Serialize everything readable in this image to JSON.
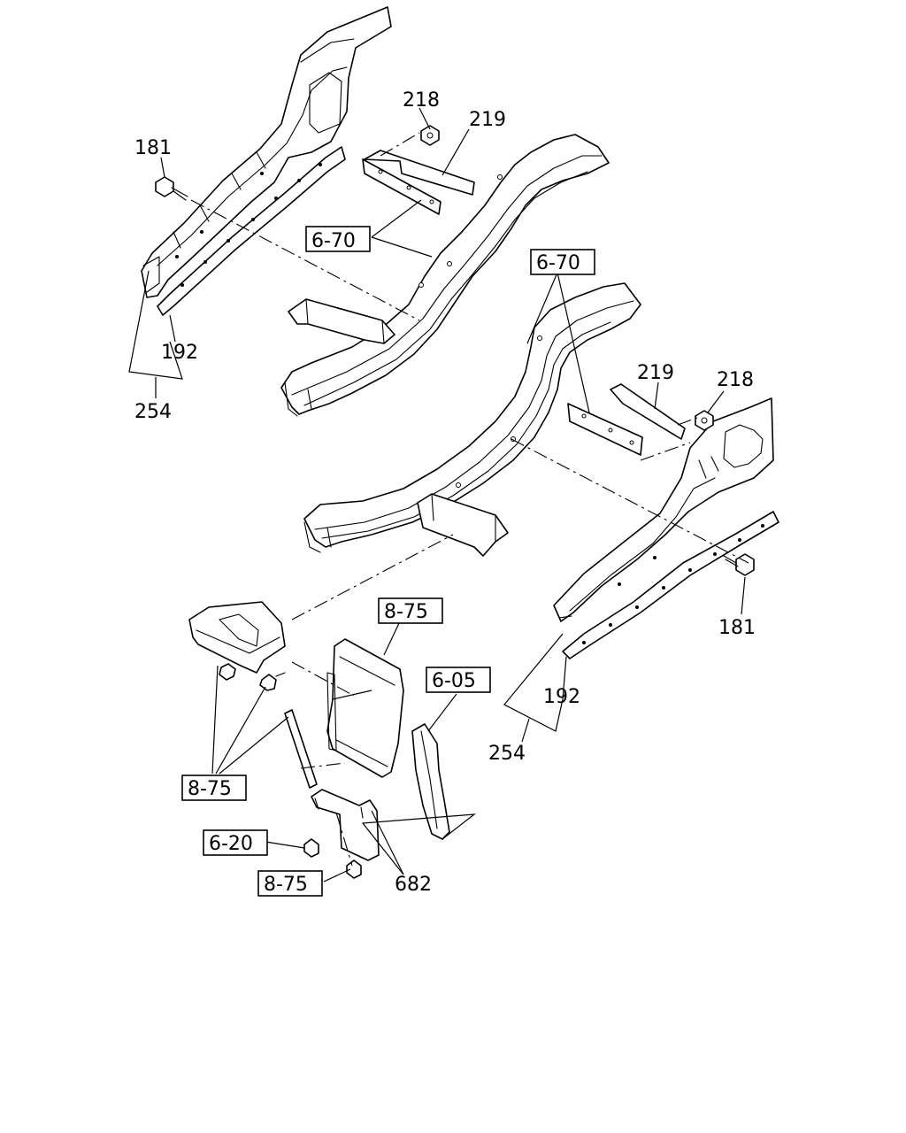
{
  "diagram": {
    "part_labels": {
      "p181_left": "181",
      "p181_right": "181",
      "p218_top": "218",
      "p218_right": "218",
      "p219_top": "219",
      "p219_right": "219",
      "p192_left": "192",
      "p192_right": "192",
      "p254_left": "254",
      "p254_right": "254",
      "p682": "682"
    },
    "ref_labels": {
      "r670_top": "6-70",
      "r670_right": "6-70",
      "r875_upper": "8-75",
      "r875_left": "8-75",
      "r875_bottom": "8-75",
      "r605": "6-05",
      "r620": "6-20"
    }
  }
}
